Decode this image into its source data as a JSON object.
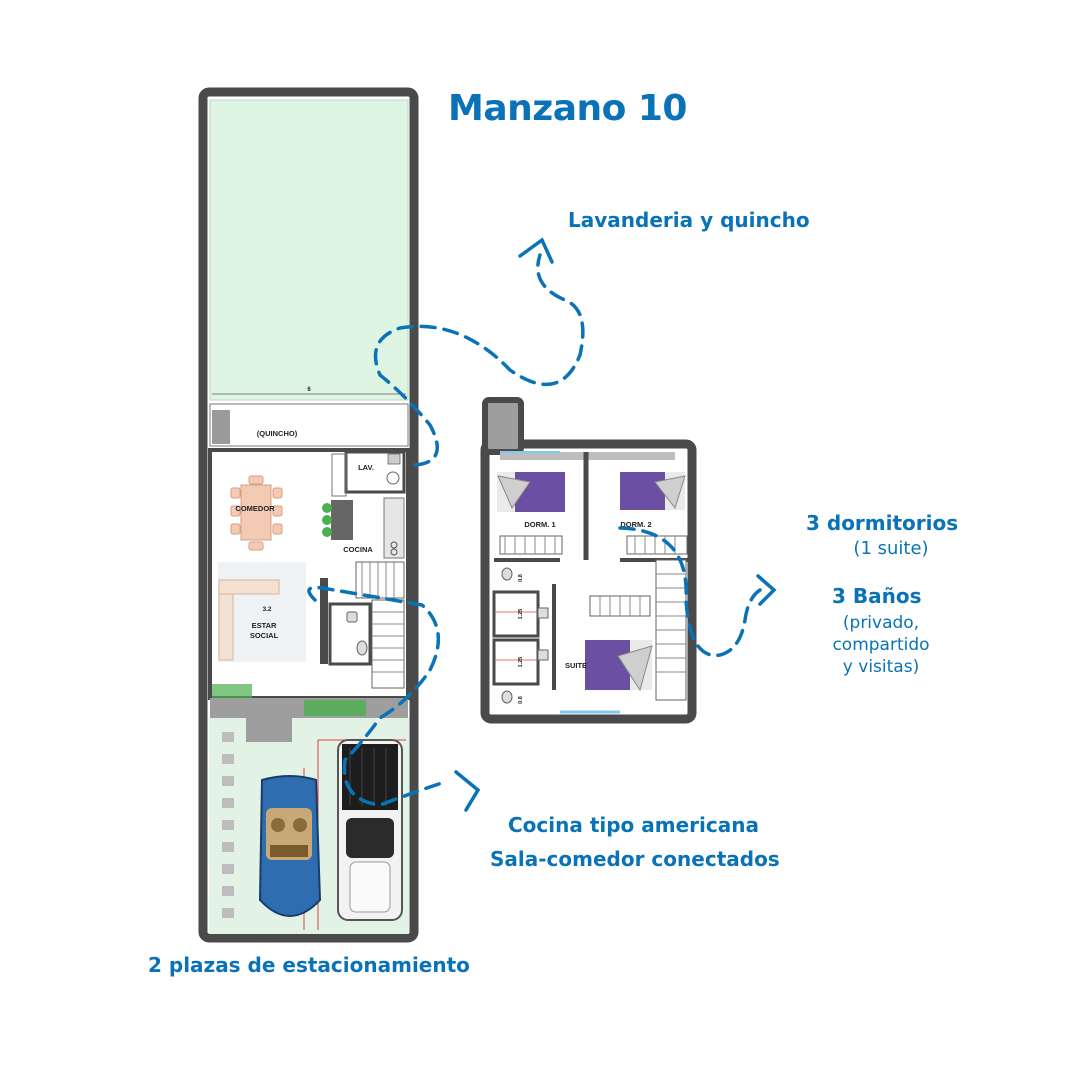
{
  "title": "Manzano 10",
  "callouts": {
    "laundry": "Lavanderia y quincho",
    "bedrooms": "3 dormitorios",
    "suite_note": "(1 suite)",
    "bathrooms": "3 Baños",
    "bath_detail_1": "(privado,",
    "bath_detail_2": "compartido",
    "bath_detail_3": "y visitas)",
    "kitchen_line1": "Cocina tipo americana",
    "kitchen_line2": "Sala-comedor conectados",
    "parking": "2 plazas de estacionamiento"
  },
  "ground_floor": {
    "yard_dimension": "6",
    "quincho": "(QUINCHO)",
    "laundry": "LAV.",
    "dining": "COMEDOR",
    "kitchen": "COCINA",
    "living_dimension": "3.2",
    "living_line1": "ESTAR",
    "living_line2": "SOCIAL"
  },
  "upper_floor": {
    "bedroom1": "DORM. 1",
    "bedroom2": "DORM. 2",
    "suite": "SUITE",
    "dim_a": "0.8",
    "dim_b": "1.25",
    "dim_c": "1.25",
    "dim_d": "0.8"
  },
  "colors": {
    "accent": "#0a73b8",
    "wall": "#4a4a4a",
    "lawn": "#dff5e3",
    "bed": "#6a4fa3"
  }
}
